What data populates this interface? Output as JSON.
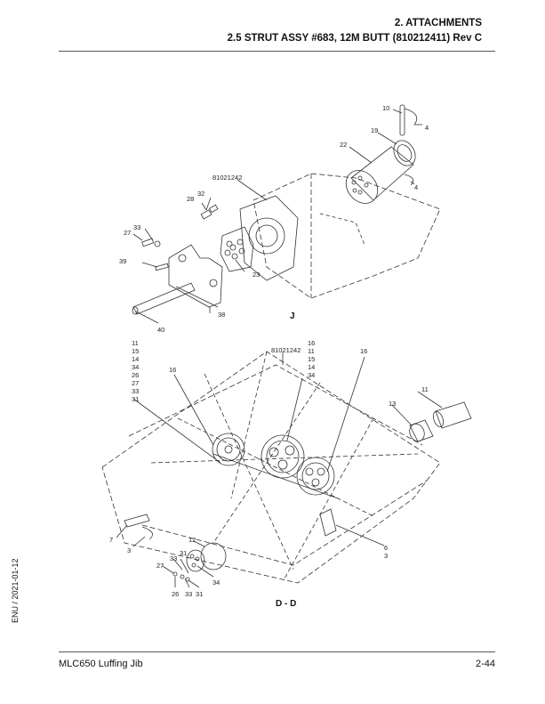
{
  "header": {
    "section": "2. ATTACHMENTS",
    "subsection": "2.5 STRUT ASSY #683, 12M BUTT (810212411) Rev C"
  },
  "side_text": "ENU / 2021-01-12",
  "footer": {
    "model": "MLC650 Luffing Jib",
    "page": "2-44"
  },
  "view_j": {
    "view_label": "J",
    "part_ref": "81021242",
    "callouts": [
      "10",
      "4",
      "19",
      "22",
      "4",
      "28",
      "32",
      "33",
      "27",
      "39",
      "23",
      "38",
      "40"
    ]
  },
  "view_dd": {
    "view_label": "D - D",
    "part_ref": "81021242",
    "left_stack": [
      "11",
      "15",
      "14",
      "34",
      "26",
      "27",
      "33",
      "31"
    ],
    "center_stack": [
      "16",
      "11",
      "15",
      "14",
      "34"
    ],
    "callouts": [
      "16",
      "16",
      "11",
      "13",
      "7",
      "3",
      "12",
      "33",
      "27",
      "34",
      "26",
      "33",
      "31",
      "31",
      "6",
      "3"
    ]
  }
}
